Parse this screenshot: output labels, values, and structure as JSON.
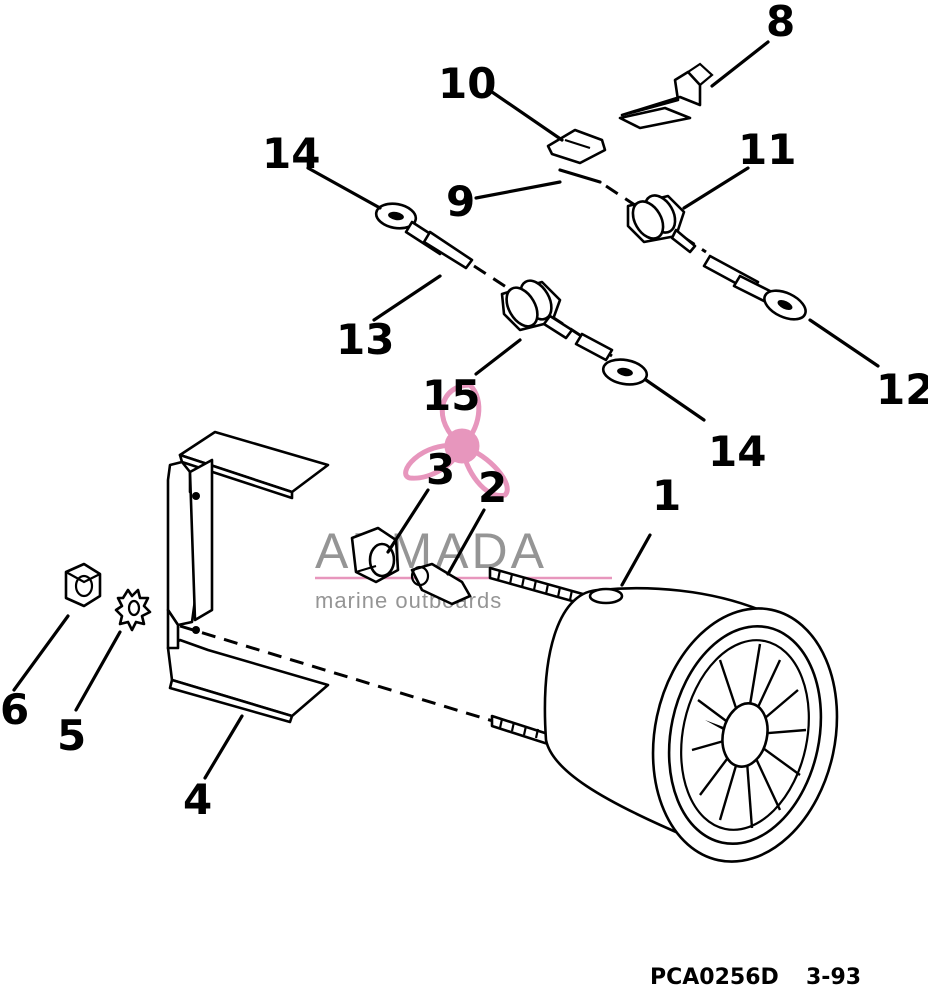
{
  "callouts": [
    "1",
    "2",
    "3",
    "4",
    "5",
    "6",
    "8",
    "9",
    "10",
    "11",
    "12",
    "13",
    "14",
    "14",
    "15"
  ],
  "footer": {
    "ref_code": "PCA0256D",
    "date_code": "3-93"
  },
  "watermark": {
    "brand": "ARMADA",
    "tagline": "marine outboards",
    "accent_color": "#e58bb6"
  }
}
